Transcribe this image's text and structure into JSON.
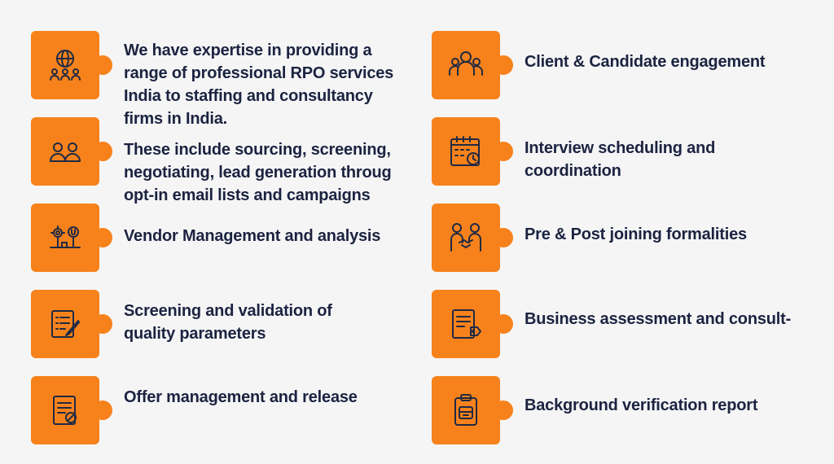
{
  "left": [
    {
      "icon": "globe-people-icon",
      "lines": [
        "We have expertise in providing a",
        "range of professional RPO services",
        "India to staffing and consultancy",
        "firms in India."
      ]
    },
    {
      "icon": "two-people-icon",
      "lines": [
        "These include sourcing, screening,",
        "negotiating, lead generation throug",
        "opt-in email lists and campaigns"
      ]
    },
    {
      "icon": "vendor-gear-icon",
      "lines": [
        "Vendor Management and analysis"
      ]
    },
    {
      "icon": "checklist-pen-icon",
      "lines": [
        "Screening and validation of",
        "quality parameters"
      ]
    },
    {
      "icon": "document-check-icon",
      "lines": [
        "Offer management and release"
      ]
    }
  ],
  "right": [
    {
      "icon": "group-people-icon",
      "lines": [
        "Client & Candidate engagement"
      ]
    },
    {
      "icon": "calendar-clock-icon",
      "lines": [
        "Interview scheduling and",
        "coordination"
      ]
    },
    {
      "icon": "handshake-people-icon",
      "lines": [
        "Pre & Post joining formalities"
      ]
    },
    {
      "icon": "document-tag-icon",
      "lines": [
        "Business assessment and consult-"
      ]
    },
    {
      "icon": "clipboard-icon",
      "lines": [
        "Background verification report"
      ]
    }
  ]
}
